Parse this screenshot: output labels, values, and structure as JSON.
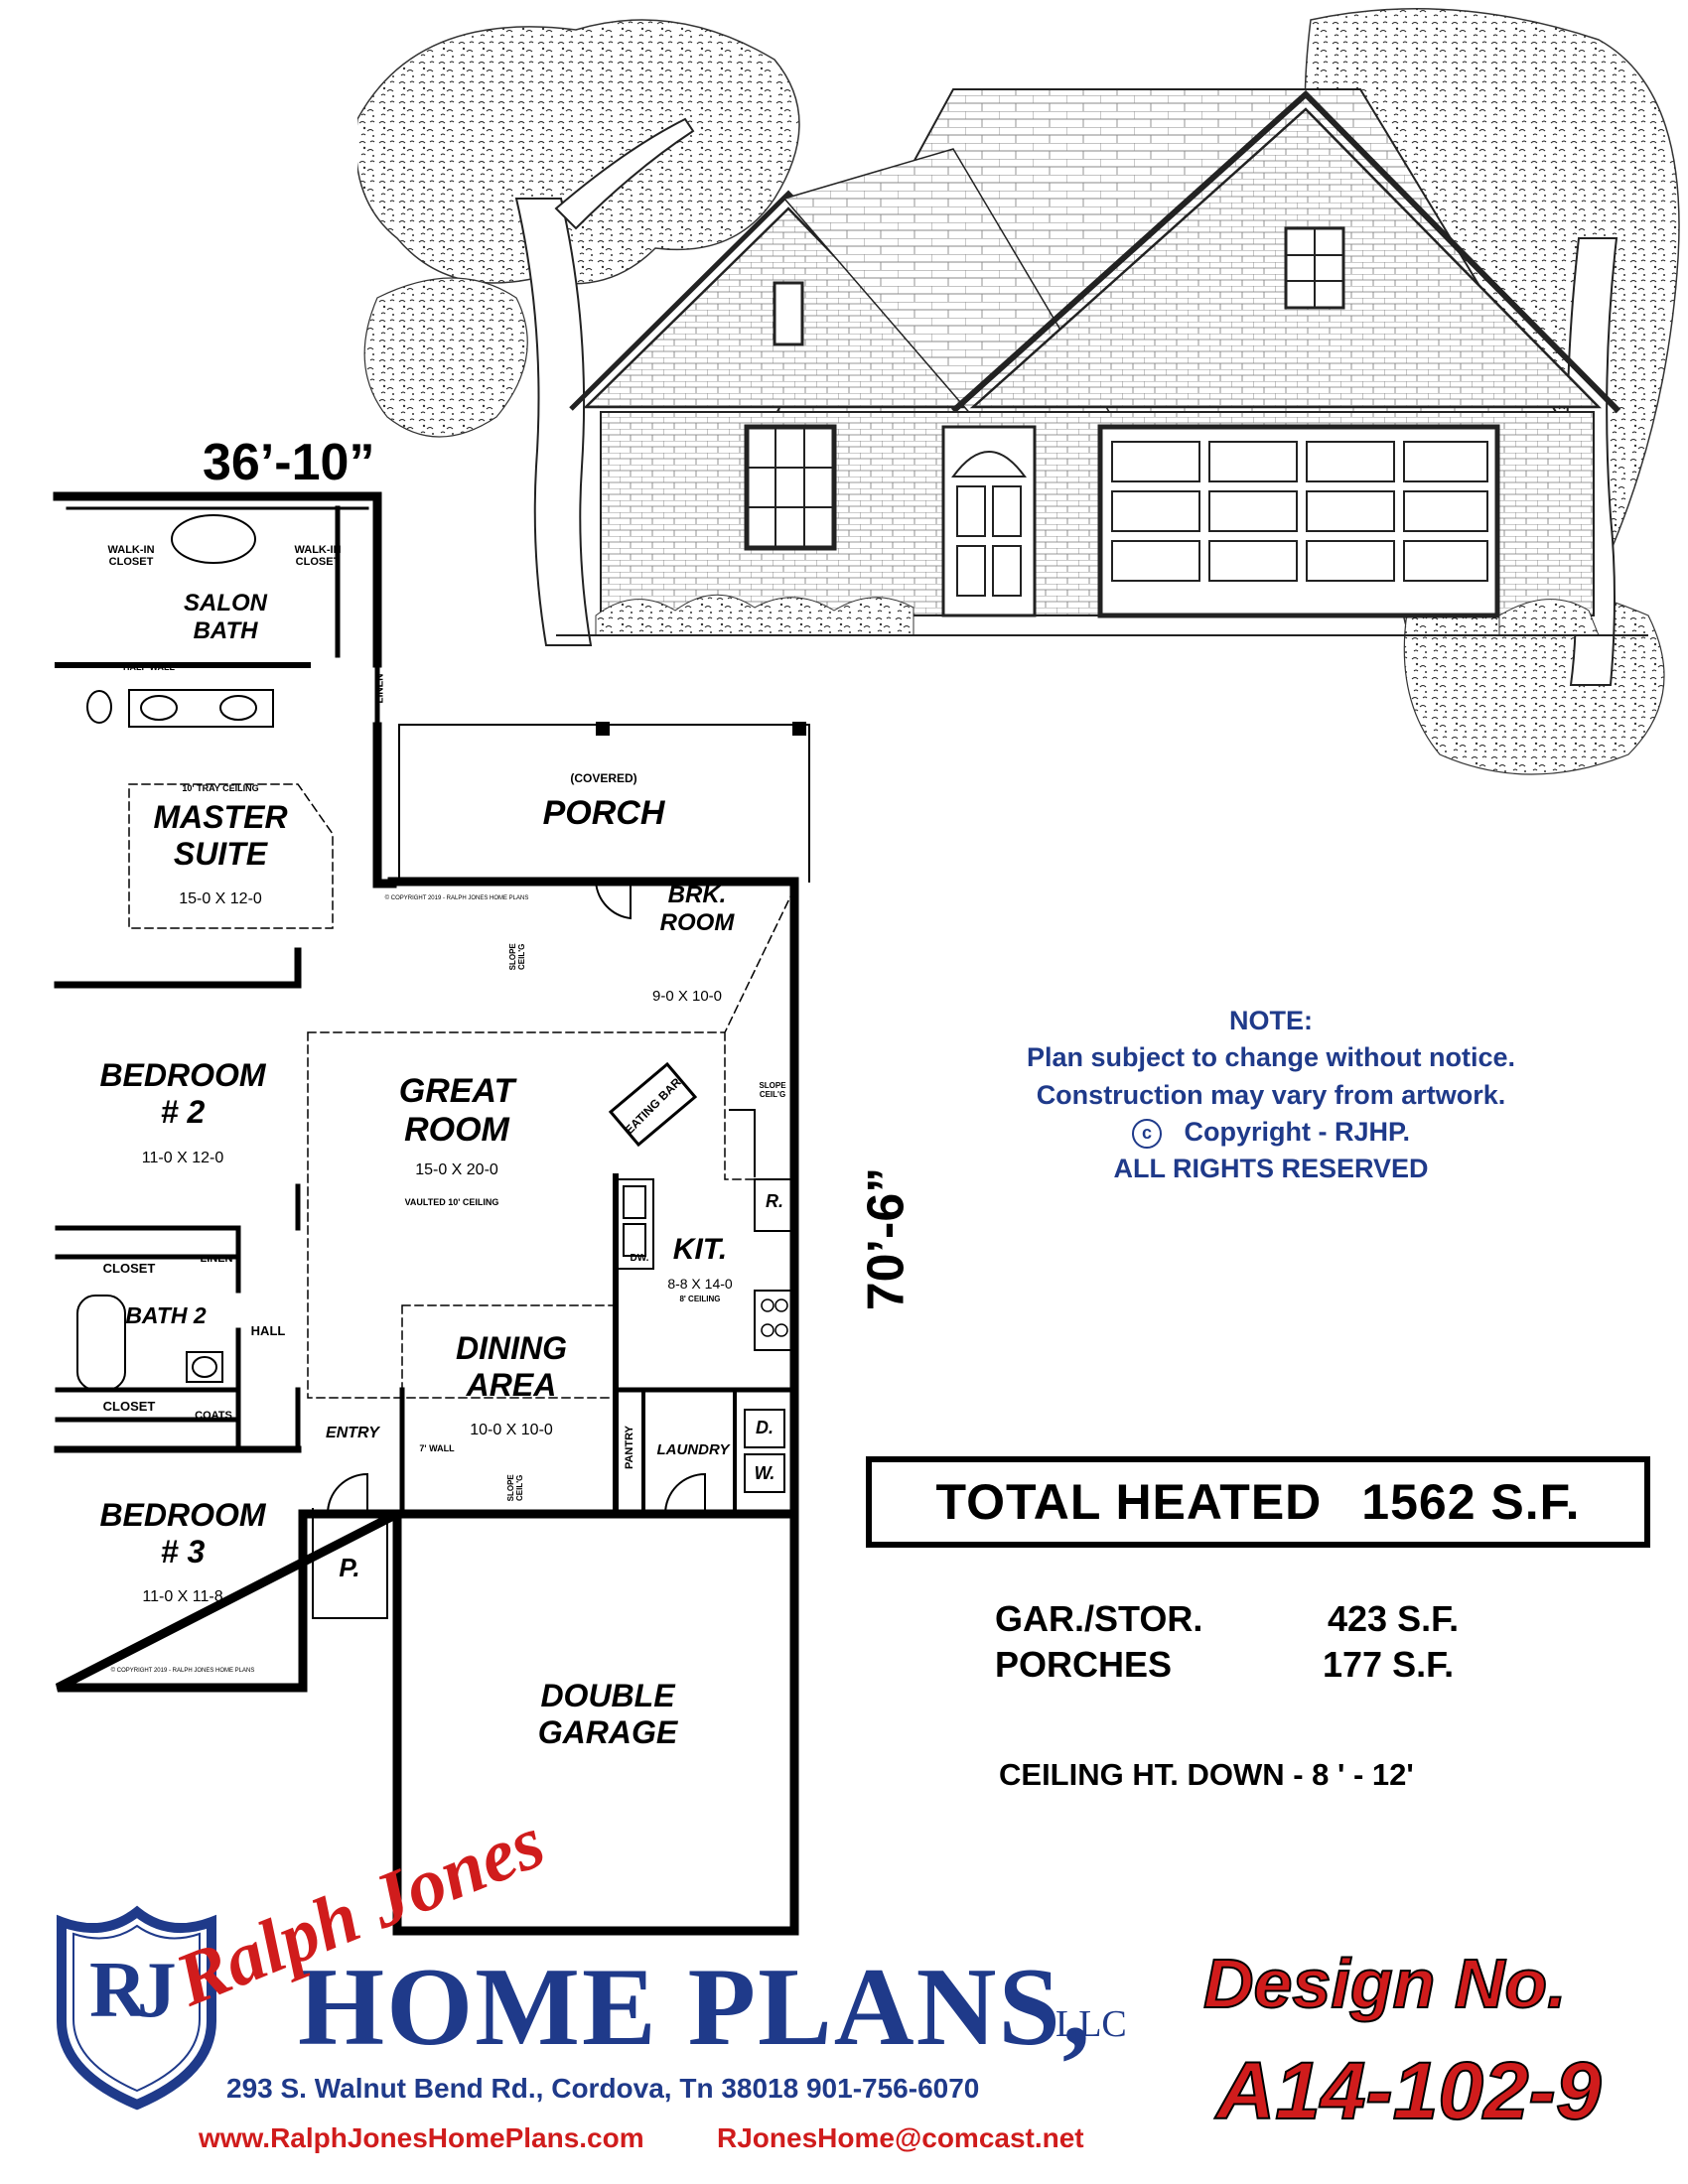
{
  "dimensions": {
    "width": "36’-10”",
    "depth": "70’-6”"
  },
  "rooms": {
    "walkin_left": "WALK-IN\nCLOSET",
    "walkin_right": "WALK-IN\nCLOSET",
    "salon_bath": "SALON\nBATH",
    "half_wall": "HALF WALL",
    "linen_master": "LINEN",
    "tray_ceiling": "10' TRAY CEILING",
    "master_suite": "MASTER\nSUITE",
    "master_dim": "15-0 X 12-0",
    "porch_covered": "(COVERED)",
    "porch": "PORCH",
    "brk_room": "BRK.\nROOM",
    "brk_dim": "9-0 X 10-0",
    "slope_1": "SLOPE\nCEIL'G",
    "slope_2": "SLOPE\nCEIL'G",
    "slope_3": "SLOPE\nCEIL'G",
    "great_room": "GREAT\nROOM",
    "great_dim": "15-0 X 20-0",
    "vaulted": "VAULTED 10' CEILING",
    "eating_bar": "EATING BAR",
    "bedroom2": "BEDROOM\n# 2",
    "bedroom2_dim": "11-0 X 12-0",
    "closet_b2": "CLOSET",
    "linen_hall": "LINEN",
    "bath2": "BATH 2",
    "hall": "HALL",
    "closet_b3": "CLOSET",
    "coats": "COATS",
    "kit": "KIT.",
    "kit_dim": "8-8 X 14-0",
    "kit_ceiling": "8' CEILING",
    "dw": "DW.",
    "refrigerator": "R.",
    "dining": "DINING\nAREA",
    "dining_dim": "10-0 X 10-0",
    "entry": "ENTRY",
    "seven_wall": "7' WALL",
    "pantry": "PANTRY",
    "laundry": "LAUNDRY",
    "dryer": "D.",
    "washer": "W.",
    "bedroom3": "BEDROOM\n# 3",
    "bedroom3_dim": "11-0 X 11-8",
    "p_closet": "P.",
    "garage": "DOUBLE\nGARAGE",
    "copyright_1": "© COPYRIGHT 2019 - RALPH JONES HOME PLANS",
    "copyright_2": "© COPYRIGHT 2019 - RALPH JONES HOME PLANS"
  },
  "note": {
    "title": "NOTE:",
    "line1": "Plan subject to change without notice.",
    "line2": "Construction may vary from artwork.",
    "line3": "Copyright - RJHP.",
    "line4": "ALL RIGHTS RESERVED",
    "copyright_symbol": "c"
  },
  "totals": {
    "heated_label": "TOTAL HEATED",
    "heated_value": "1562 S.F.",
    "garage_label": "GAR./STOR.",
    "garage_value": "423 S.F.",
    "porches_label": "PORCHES",
    "porches_value": "177 S.F.",
    "ceiling": "CEILING HT. DOWN  - 8 ' - 12'"
  },
  "brand": {
    "logo_letters": "RJ",
    "script": "Ralph Jones",
    "name": "HOME PLANS,",
    "llc": "LLC",
    "address": "293 S. Walnut Bend  Rd., Cordova, Tn  38018   901-756-6070",
    "website": "www.RalphJonesHomePlans.com",
    "email": "RJonesHome@comcast.net",
    "colors": {
      "blue": "#1f3a8a",
      "red": "#d01c1c"
    }
  },
  "design": {
    "label": "Design No.",
    "number": "A14-102-9"
  }
}
